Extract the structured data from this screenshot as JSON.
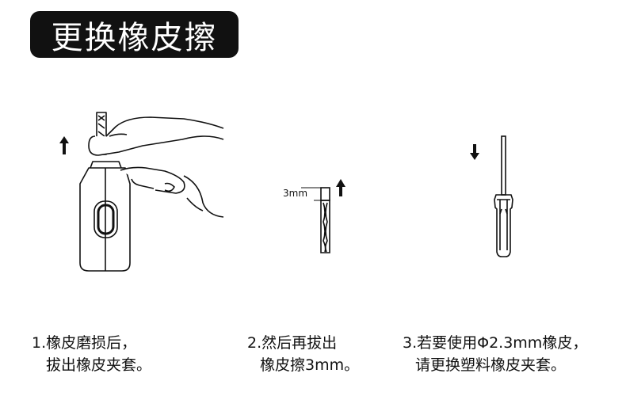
{
  "title": "更换橡皮擦",
  "steps": [
    {
      "line1": "1.橡皮磨损后，",
      "line2": "拔出橡皮夹套。"
    },
    {
      "line1": "2.然后再拔出",
      "line2": "橡皮擦3mm。"
    },
    {
      "line1": "3.若要使用Φ2.3mm橡皮，",
      "line2": "请更换塑料橡皮夹套。"
    }
  ],
  "dimension_label": "3mm",
  "icons": [
    "pen-with-hand-icon",
    "arrow-up-icon",
    "eraser-sleeve-icon",
    "arrow-up-icon",
    "arrow-down-icon",
    "eraser-lead-icon",
    "plastic-clip-icon"
  ],
  "colors": {
    "badge_bg": "#111111",
    "badge_text": "#ffffff",
    "line": "#111111"
  }
}
